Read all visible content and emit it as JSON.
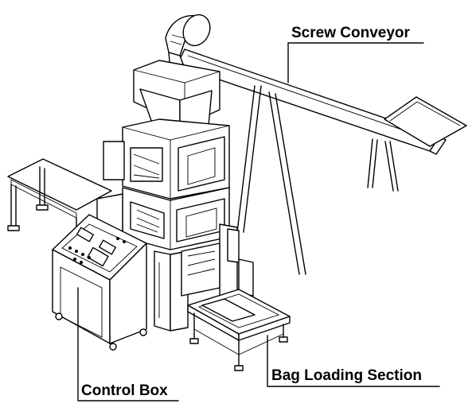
{
  "labels": {
    "screw_conveyor": "Screw Conveyor",
    "control_box": "Control Box",
    "bag_loading_section": "Bag Loading Section"
  },
  "colors": {
    "line": "#000000",
    "background": "#ffffff"
  }
}
